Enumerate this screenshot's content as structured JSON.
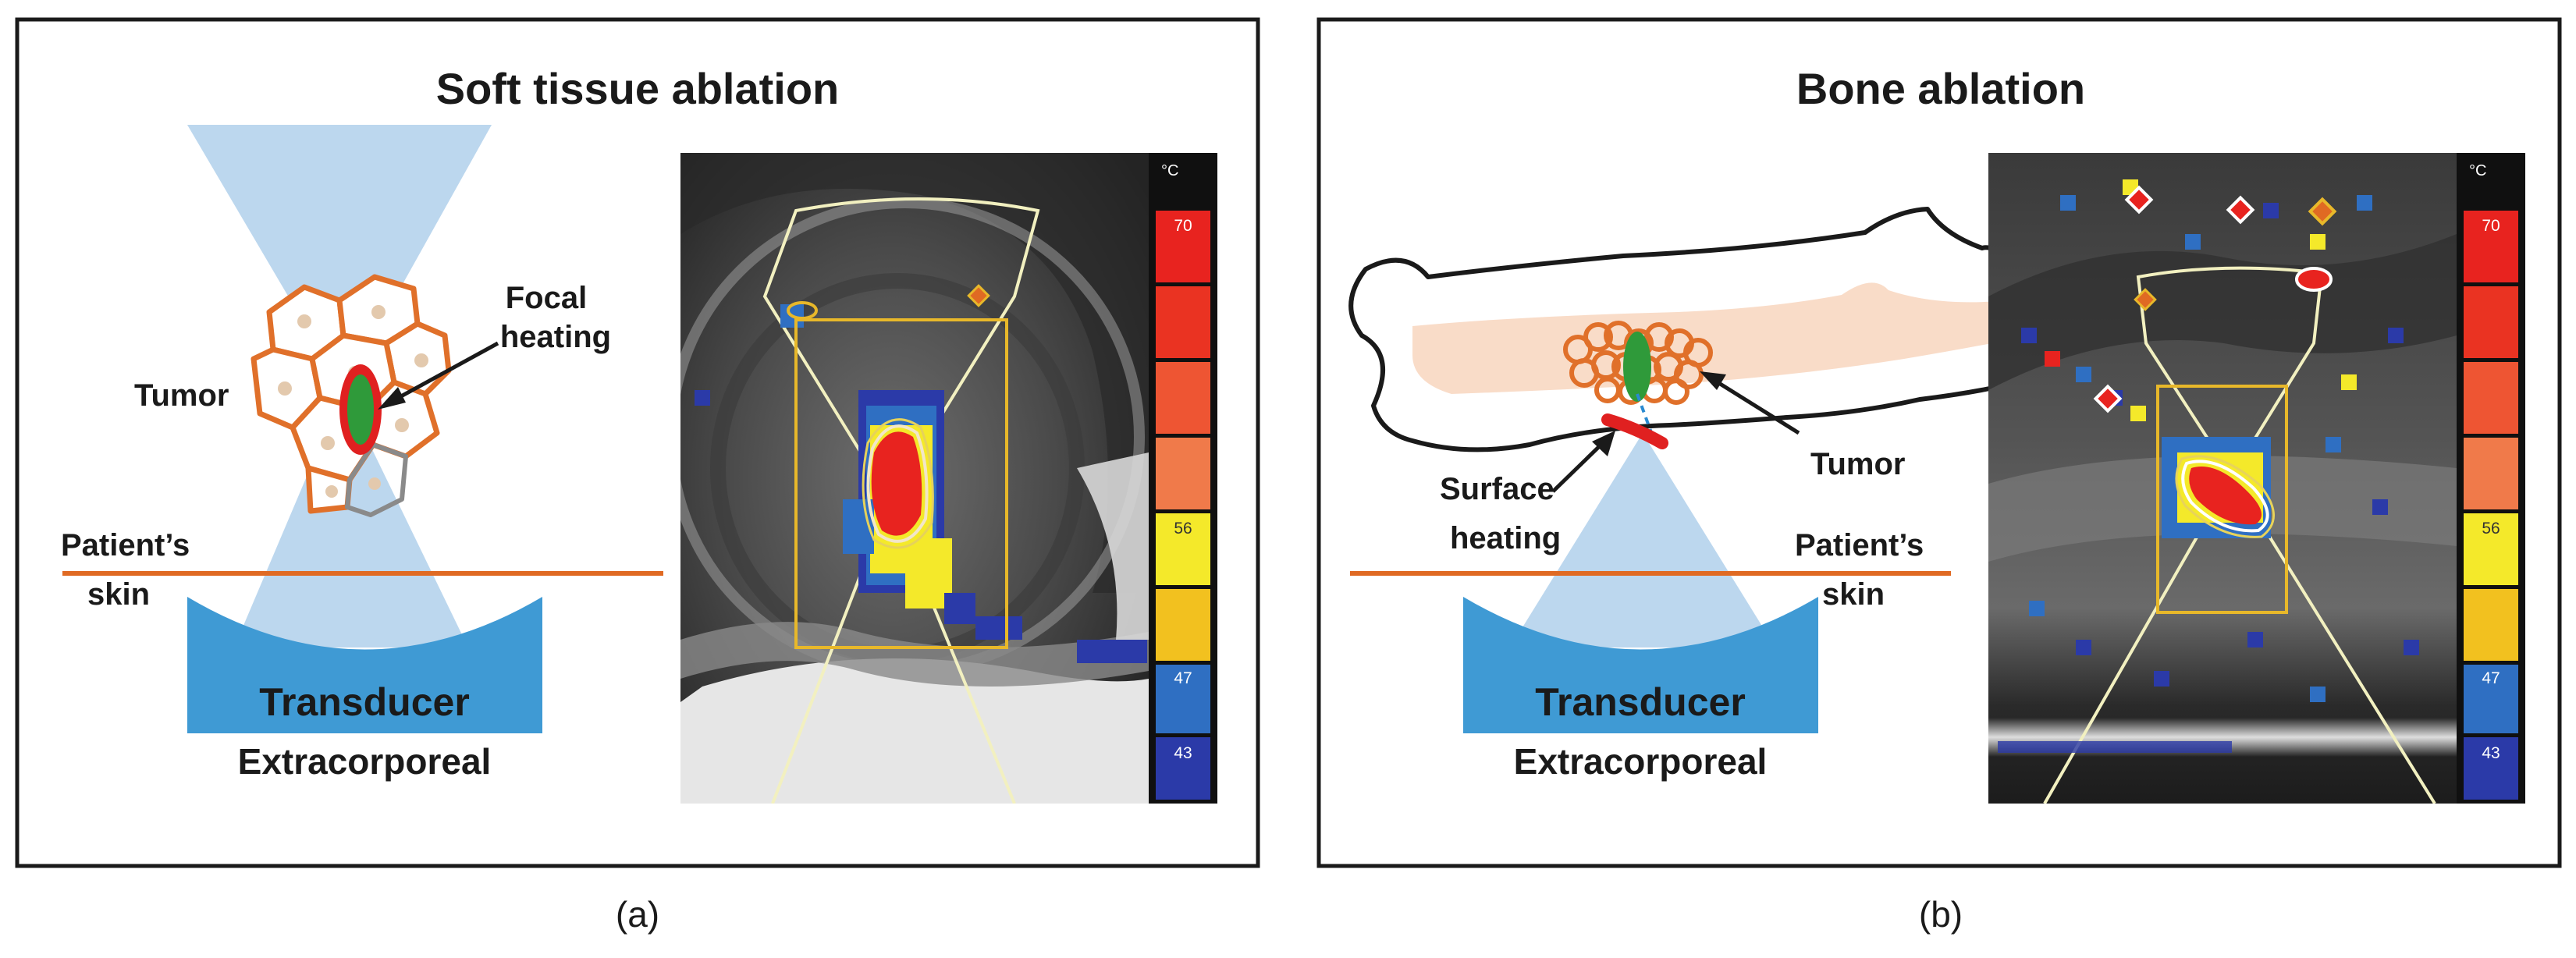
{
  "panel_a": {
    "title": "Soft tissue ablation",
    "tumor": "Tumor",
    "focal_line1": "Focal",
    "focal_line2": "heating",
    "skin_line1": "Patient’s",
    "skin_line2": "skin",
    "transducer": "Transducer",
    "extracorporeal": "Extracorporeal",
    "caption": "(a)"
  },
  "panel_b": {
    "title": "Bone ablation",
    "tumor": "Tumor",
    "surface_line1": "Surface",
    "surface_line2": "heating",
    "skin_line1": "Patient’s",
    "skin_line2": "skin",
    "transducer": "Transducer",
    "extracorporeal": "Extracorporeal",
    "caption": "(b)"
  },
  "colorbar": {
    "unit": "°C",
    "ticks": [
      "70",
      "56",
      "47",
      "43"
    ],
    "colors": [
      "#e8231f",
      "#ea3322",
      "#ee5533",
      "#f07a4a",
      "#f4e92a",
      "#f2c11f",
      "#2f6fc2",
      "#2b3aa8"
    ]
  },
  "colors": {
    "beam": "#bcd7ee",
    "transducer": "#3f9ad4",
    "skin": "#e06a23",
    "tumor": "#e0702a",
    "heating_green": "#2f9a3a",
    "heating_red": "#e02020",
    "bone_marrow": "#f9dcc8"
  }
}
